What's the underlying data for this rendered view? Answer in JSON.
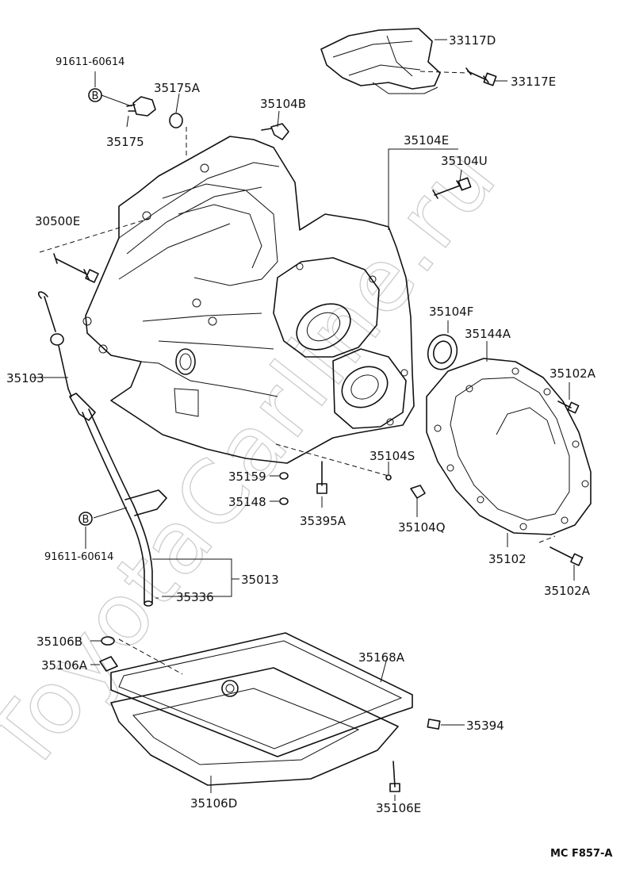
{
  "watermark": "ToyotaCarline.ru",
  "figure_code": "MC F857-A",
  "b_marker": "B",
  "labels": {
    "p_91611_top": "91611-60614",
    "p_35175A": "35175A",
    "p_35175": "35175",
    "p_35104B": "35104B",
    "p_33117D": "33117D",
    "p_33117E": "33117E",
    "p_35104E": "35104E",
    "p_35104U": "35104U",
    "p_30500E": "30500E",
    "p_35104F": "35104F",
    "p_35144A": "35144A",
    "p_35103": "35103",
    "p_35102A_top": "35102A",
    "p_35104S": "35104S",
    "p_35159": "35159",
    "p_35148": "35148",
    "p_35395A": "35395A",
    "p_35104Q": "35104Q",
    "p_91611_bottom": "91611-60614",
    "p_35102": "35102",
    "p_35013": "35013",
    "p_35336": "35336",
    "p_35102A_bottom": "35102A",
    "p_35106B": "35106B",
    "p_35168A": "35168A",
    "p_35106A": "35106A",
    "p_35394": "35394",
    "p_35106D": "35106D",
    "p_35106E": "35106E"
  }
}
